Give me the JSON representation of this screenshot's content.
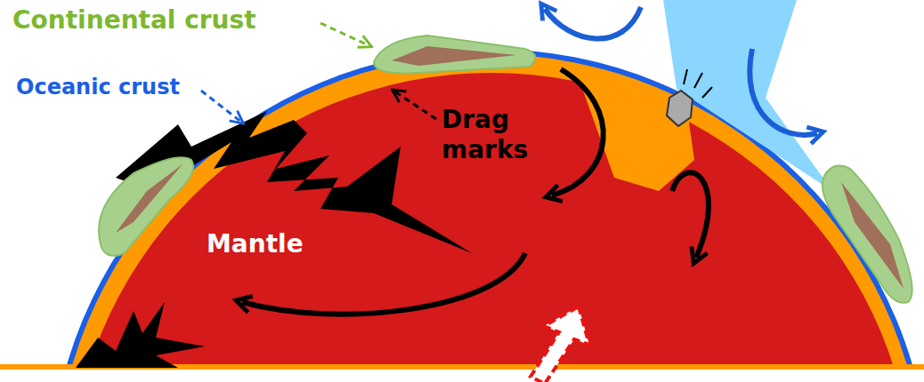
{
  "diagram": {
    "labels": [
      "Continental crust",
      "Oceanic crust",
      "Drag marks",
      "Mantle"
    ]
  }
}
